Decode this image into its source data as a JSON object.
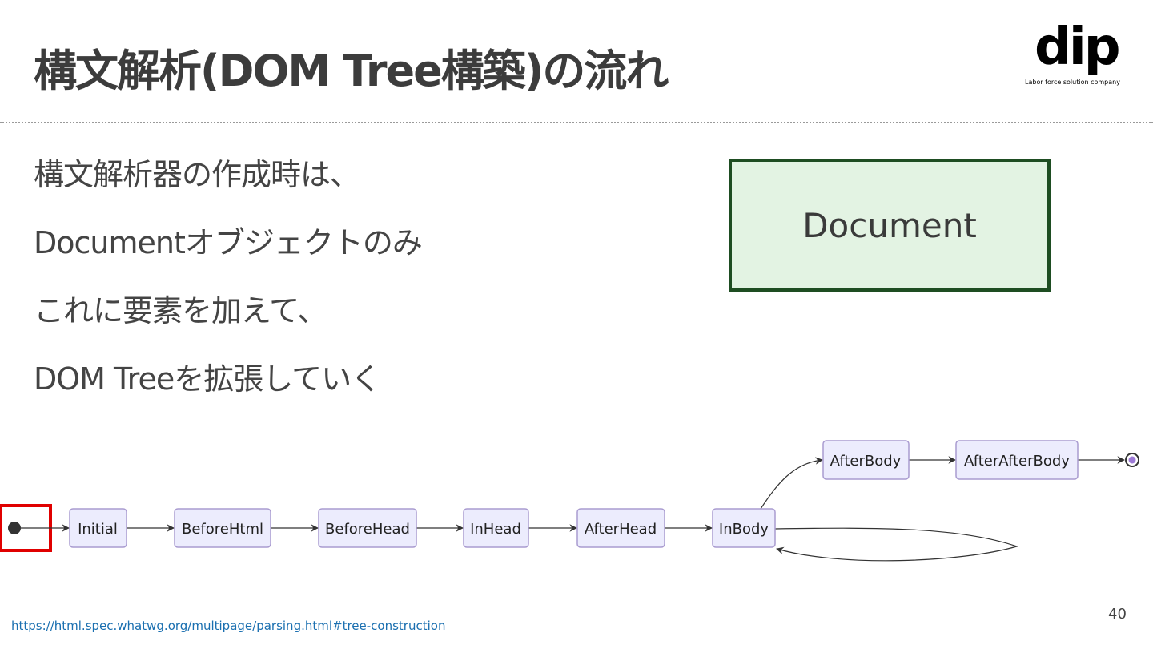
{
  "slide": {
    "title": "構文解析(DOM Tree構築)の流れ",
    "body_lines": [
      "構文解析器の作成時は、",
      "Documentオブジェクトのみ",
      "これに要素を加えて、",
      "DOM Treeを拡張していく"
    ],
    "page_number": "40",
    "source_link": "https://html.spec.whatwg.org/multipage/parsing.html#tree-construction"
  },
  "logo": {
    "wordmark": "dip",
    "tagline": "Labor force solution company"
  },
  "document_box": {
    "label": "Document"
  },
  "diagram": {
    "states": [
      {
        "id": "initial",
        "label": "Initial"
      },
      {
        "id": "beforehtml",
        "label": "BeforeHtml"
      },
      {
        "id": "beforehead",
        "label": "BeforeHead"
      },
      {
        "id": "inhead",
        "label": "InHead"
      },
      {
        "id": "afterhead",
        "label": "AfterHead"
      },
      {
        "id": "inbody",
        "label": "InBody"
      },
      {
        "id": "afterbody",
        "label": "AfterBody"
      },
      {
        "id": "afterafterbody",
        "label": "AfterAfterBody"
      }
    ],
    "start_marker": "start",
    "end_marker": "end",
    "highlight_color": "#e00000",
    "box_fill": "#ececfd",
    "box_stroke": "#a99bd0"
  }
}
